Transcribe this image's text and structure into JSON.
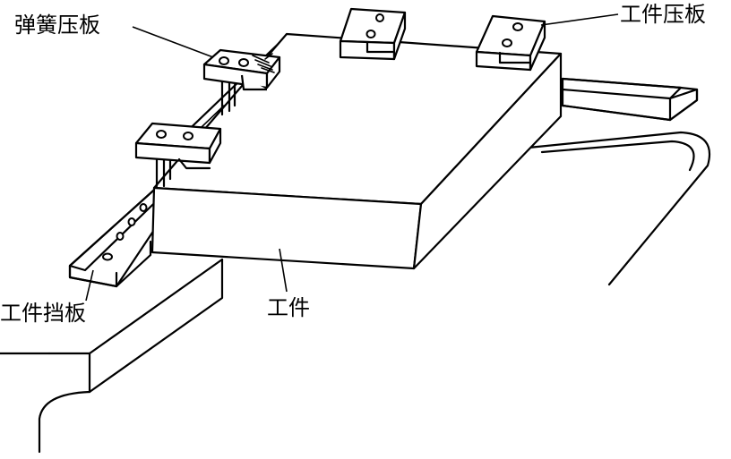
{
  "labels": {
    "spring_clamp": "弹簧压板",
    "workpiece_clamp": "工件压板",
    "workpiece_stop": "工件挡板",
    "workpiece": "工件"
  }
}
